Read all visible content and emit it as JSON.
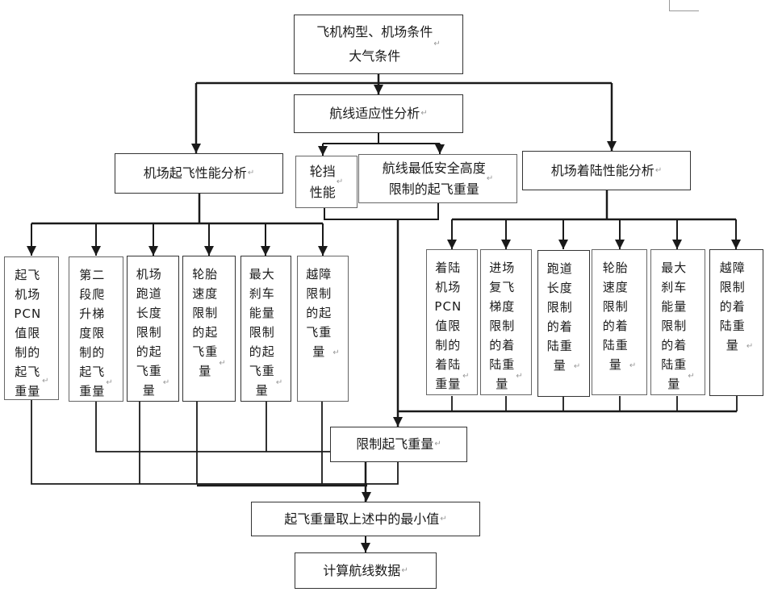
{
  "diagram": {
    "inputs": {
      "label": "飞机构型、机场条件\n大气条件"
    },
    "route_analysis": {
      "label": "航线适应性分析"
    },
    "takeoff_analysis": {
      "label": "机场起飞性能分析"
    },
    "chock_performance": {
      "label": "轮挡\n性能"
    },
    "route_min_alt": {
      "label": "航线最低安全高度\n限制的起飞重量"
    },
    "landing_analysis": {
      "label": "机场着陆性能分析"
    },
    "takeoff_limits": [
      {
        "label": "起飞\n机场\nPCN\n值限\n制的\n起飞\n重量"
      },
      {
        "label": "第二\n段爬\n升梯\n度限\n制的\n起飞\n重量"
      },
      {
        "label": "机场\n跑道\n长度\n限制\n的起\n飞重\n量"
      },
      {
        "label": "轮胎\n速度\n限制\n的起\n飞重\n量"
      },
      {
        "label": "最大\n刹车\n能量\n限制\n的起\n飞重\n量"
      },
      {
        "label": "越障\n限制\n的起\n飞重\n量"
      }
    ],
    "landing_limits": [
      {
        "label": "着陆\n机场\nPCN\n值限\n制的\n着陆\n重量"
      },
      {
        "label": "进场\n复飞\n梯度\n限制\n的着\n陆重\n量"
      },
      {
        "label": "跑道\n长度\n限制\n的着\n陆重\n量"
      },
      {
        "label": "轮胎\n速度\n限制\n的着\n陆重\n量"
      },
      {
        "label": "最大\n刹车\n能量\n限制\n的着\n陆重\n量"
      },
      {
        "label": "越障\n限制\n的着\n陆重\n量"
      }
    ],
    "limit_takeoff_weight": {
      "label": "限制起飞重量"
    },
    "min_takeoff_weight": {
      "label": "起飞重量取上述中的最小值"
    },
    "compute_route_data": {
      "label": "计算航线数据"
    },
    "paragraph_mark": "↵"
  },
  "colors": {
    "line": "#1a1a1a",
    "box_border": "#333333"
  }
}
